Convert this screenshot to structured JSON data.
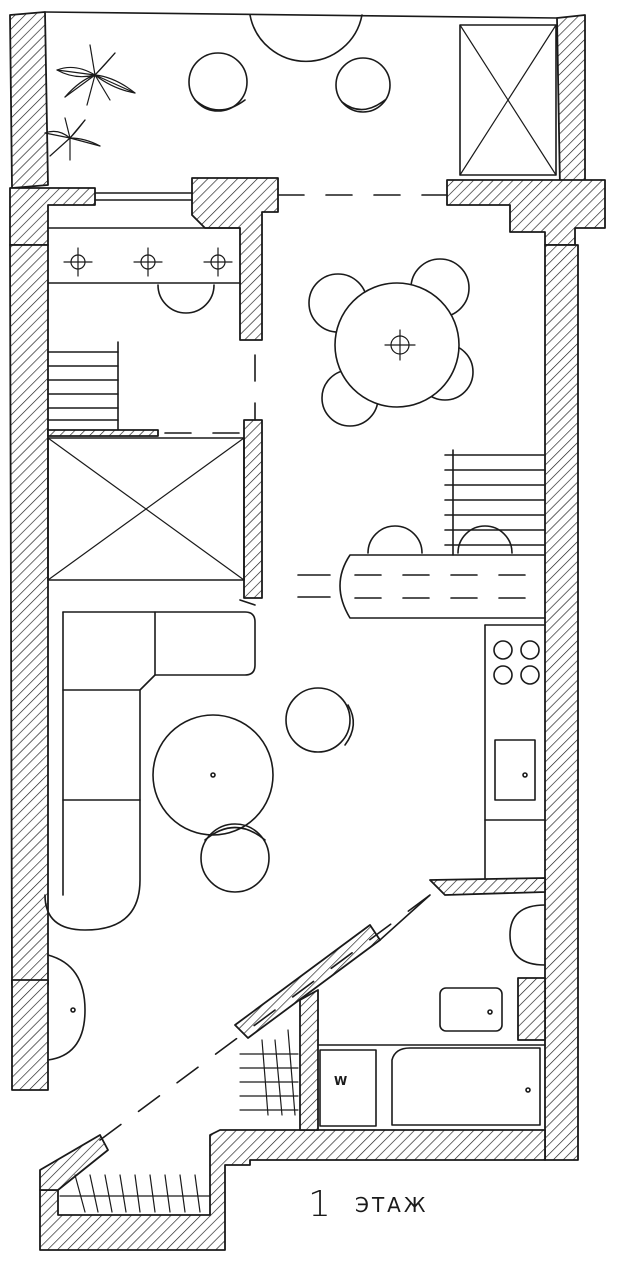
{
  "floor_label": {
    "number": "1",
    "word": "ЭТАЖ"
  },
  "appliance_labels": {
    "washer": "W"
  }
}
